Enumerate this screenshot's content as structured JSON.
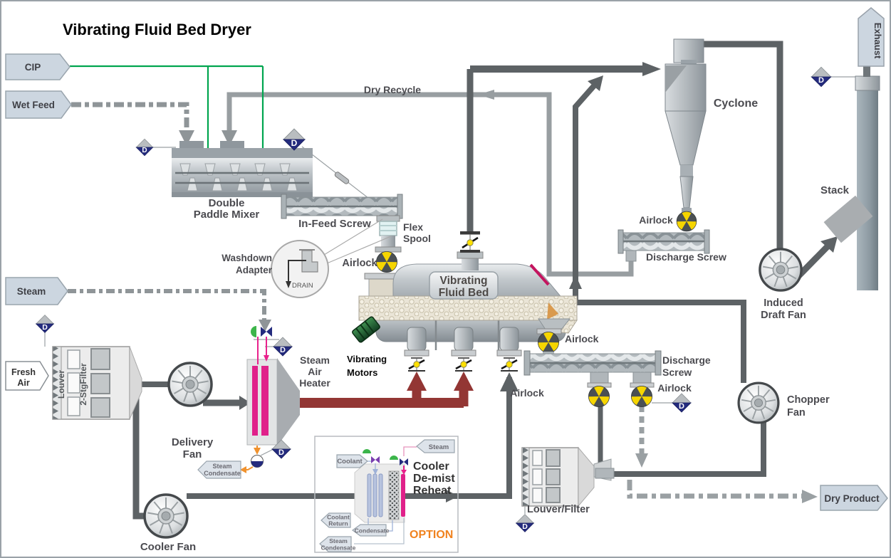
{
  "title": "Vibrating Fluid Bed Dryer",
  "logo": {
    "letter": "D"
  },
  "colors": {
    "pipe_dark": "#5d6265",
    "pipe_light": "#989ea1",
    "hot_air": "#933634",
    "cip_green": "#00a54f",
    "airlock_yellow": "#f6d500",
    "logo_navy": "#242b7e",
    "option_orange": "#f0821e",
    "steam_pink": "#e8228c",
    "condensate_orange": "#f0922e"
  },
  "io": {
    "cip": "CIP",
    "wet_feed": "Wet Feed",
    "steam": "Steam",
    "fresh_air_1": "Fresh",
    "fresh_air_2": "Air",
    "dry_product": "Dry Product",
    "exhaust": "Exhaust",
    "steam_condensate_1": "Steam",
    "steam_condensate_2": "Condensate"
  },
  "streams": {
    "dry_recycle": "Dry Recycle"
  },
  "equipment": {
    "mixer_1": "Double",
    "mixer_2": "Paddle Mixer",
    "in_feed_screw": "In-Feed Screw",
    "flex_spool_1": "Flex",
    "flex_spool_2": "Spool",
    "washdown_1": "Washdown",
    "washdown_2": "Adapter",
    "drain": "DRAIN",
    "airlock": "Airlock",
    "vessel_1": "Vibrating",
    "vessel_2": "Fluid Bed",
    "motors_1": "Vibrating",
    "motors_2": "Motors",
    "heater_1": "Steam",
    "heater_2": "Air",
    "heater_3": "Heater",
    "delivery_fan_1": "Delivery",
    "delivery_fan_2": "Fan",
    "cooler_fan": "Cooler Fan",
    "louver": "Louver",
    "filter": "2-StgFilter",
    "cyclone": "Cyclone",
    "discharge_screw": "Discharge Screw",
    "discharge_screw_1": "Discharge",
    "discharge_screw_2": "Screw",
    "idf_1": "Induced",
    "idf_2": "Draft Fan",
    "stack": "Stack",
    "chopper_1": "Chopper",
    "chopper_2": "Fan",
    "louver_filter": "Louver/Filter"
  },
  "option_box": {
    "steam": "Steam",
    "coolant": "Coolant",
    "name_1": "Cooler",
    "name_2": "De-mist",
    "name_3": "Reheat",
    "tag": "OPTION",
    "coolant_return_1": "Coolant",
    "coolant_return_2": "Return",
    "condensate": "Condensate",
    "steam_condensate_1": "Steam",
    "steam_condensate_2": "Condensate"
  }
}
